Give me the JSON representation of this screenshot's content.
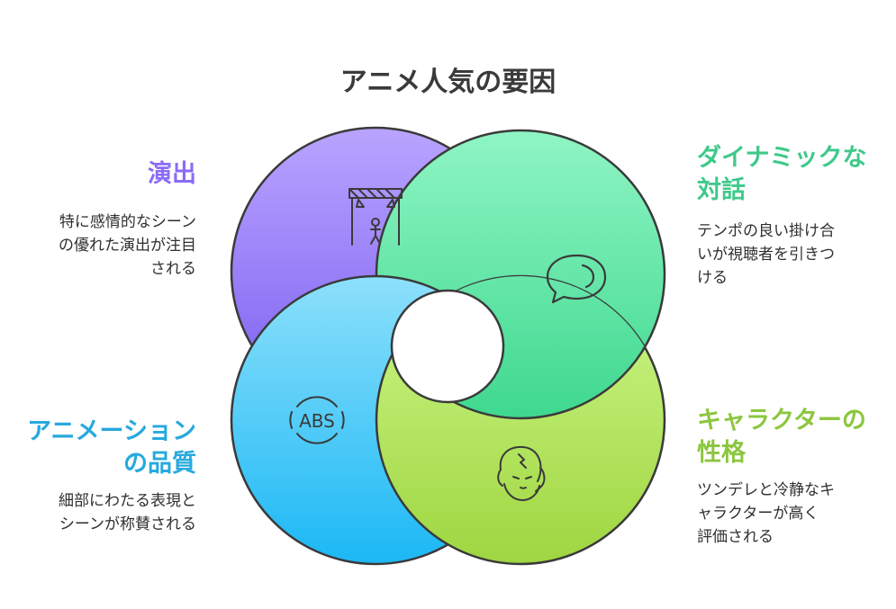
{
  "title": "アニメ人気の要因",
  "colors": {
    "purple": "#8b6cf6",
    "green": "#3fc98a",
    "blue": "#27a9de",
    "lime": "#8cc63f",
    "outline": "#3a3a3a"
  },
  "sections": {
    "directing": {
      "label": [
        "演出"
      ],
      "desc": [
        "特に感情的なシーン",
        "の優れた演出が注目",
        "される"
      ],
      "icon": "stage-spotlight-icon"
    },
    "dialogue": {
      "label": [
        "ダイナミックな",
        "対話"
      ],
      "desc": [
        "テンポの良い掛け合",
        "いが視聴者を引きつ",
        "ける"
      ],
      "icon": "speech-bubble-icon"
    },
    "animation": {
      "label": [
        "アニメーション",
        "の品質"
      ],
      "desc": [
        "細部にわたる表現と",
        "シーンが称賛される"
      ],
      "icon": "abs-quality-icon"
    },
    "character": {
      "label": [
        "キャラクターの",
        "性格"
      ],
      "desc": [
        "ツンデレと冷静なキ",
        "ャラクターが高く",
        "評価される"
      ],
      "icon": "character-face-icon"
    }
  }
}
